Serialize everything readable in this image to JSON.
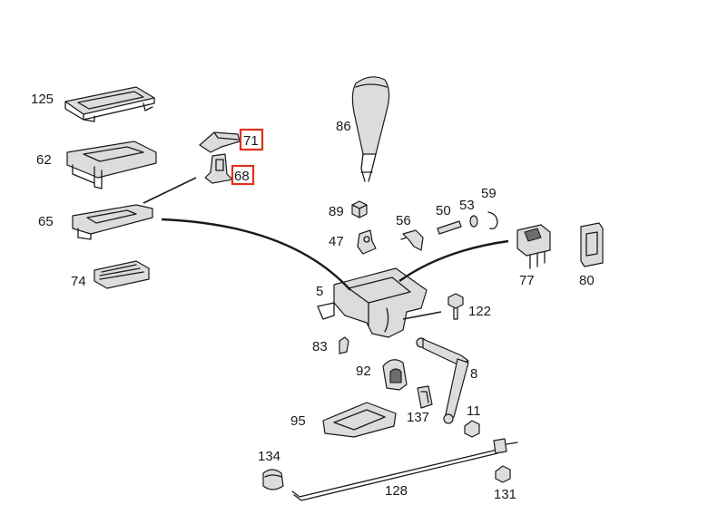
{
  "colors": {
    "highlight": "#e0301e",
    "line": "#1a1a1a",
    "fill": "#dcdcdc"
  },
  "labels": {
    "p125": "125",
    "p62": "62",
    "p65": "65",
    "p74": "74",
    "p71": "71",
    "p68": "68",
    "p86": "86",
    "p89": "89",
    "p47": "47",
    "p56": "56",
    "p50": "50",
    "p53": "53",
    "p59": "59",
    "p77": "77",
    "p80": "80",
    "p5": "5",
    "p122": "122",
    "p83": "83",
    "p92": "92",
    "p8": "8",
    "p137": "137",
    "p11": "11",
    "p95": "95",
    "p134": "134",
    "p128": "128",
    "p131": "131"
  },
  "highlighted": [
    "71",
    "68"
  ]
}
